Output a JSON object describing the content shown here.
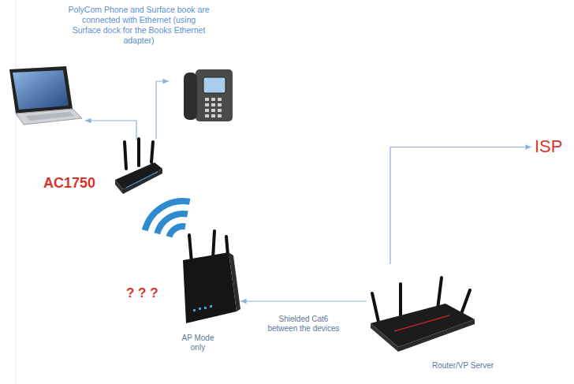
{
  "diagram": {
    "nodes": [
      {
        "text": [
          "AC1750"
        ]
      },
      {
        "text": [
          "? ? ?",
          "AP Mode only"
        ]
      },
      {
        "text": [
          "Router/VP Server"
        ]
      },
      {
        "text": [
          "ISP"
        ]
      }
    ],
    "edges": [
      {
        "from": 2,
        "to": 1,
        "arrow": "to",
        "label": "Shielded Cat6 between the devices"
      },
      {
        "from": 2,
        "to": 3,
        "arrow": "to"
      }
    ],
    "labels": [
      "PolyCom Phone and Surface book are connected with Ethernet (using Surface dock for the Books Ethernet adapter)"
    ]
  }
}
